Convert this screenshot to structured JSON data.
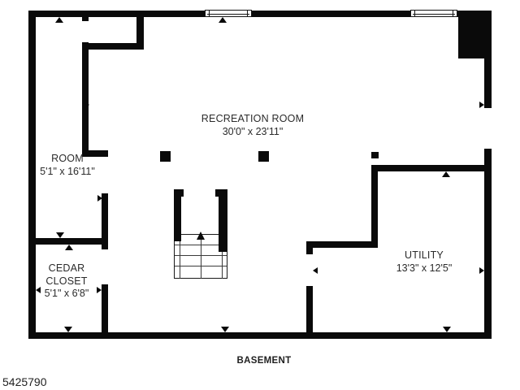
{
  "plan": {
    "caption": "BASEMENT",
    "listing_number": "5425790",
    "wall_color": "#0a0a0a",
    "text_color": "#2b2b2b"
  },
  "rooms": {
    "recreation": {
      "name": "RECREATION ROOM",
      "dims": "30'0\" x 23'11\""
    },
    "room": {
      "name": "ROOM",
      "dims": "5'1\" x 16'11\""
    },
    "cedar_closet": {
      "name": "CEDAR CLOSET",
      "dims": "5'1\" x 6'8\""
    },
    "utility": {
      "name": "UTILITY",
      "dims": "13'3\" x 12'5\""
    }
  },
  "features": {
    "stairs_direction": "up",
    "window_count": 2,
    "support_post_count": 3,
    "chimney_location": "top-right"
  }
}
